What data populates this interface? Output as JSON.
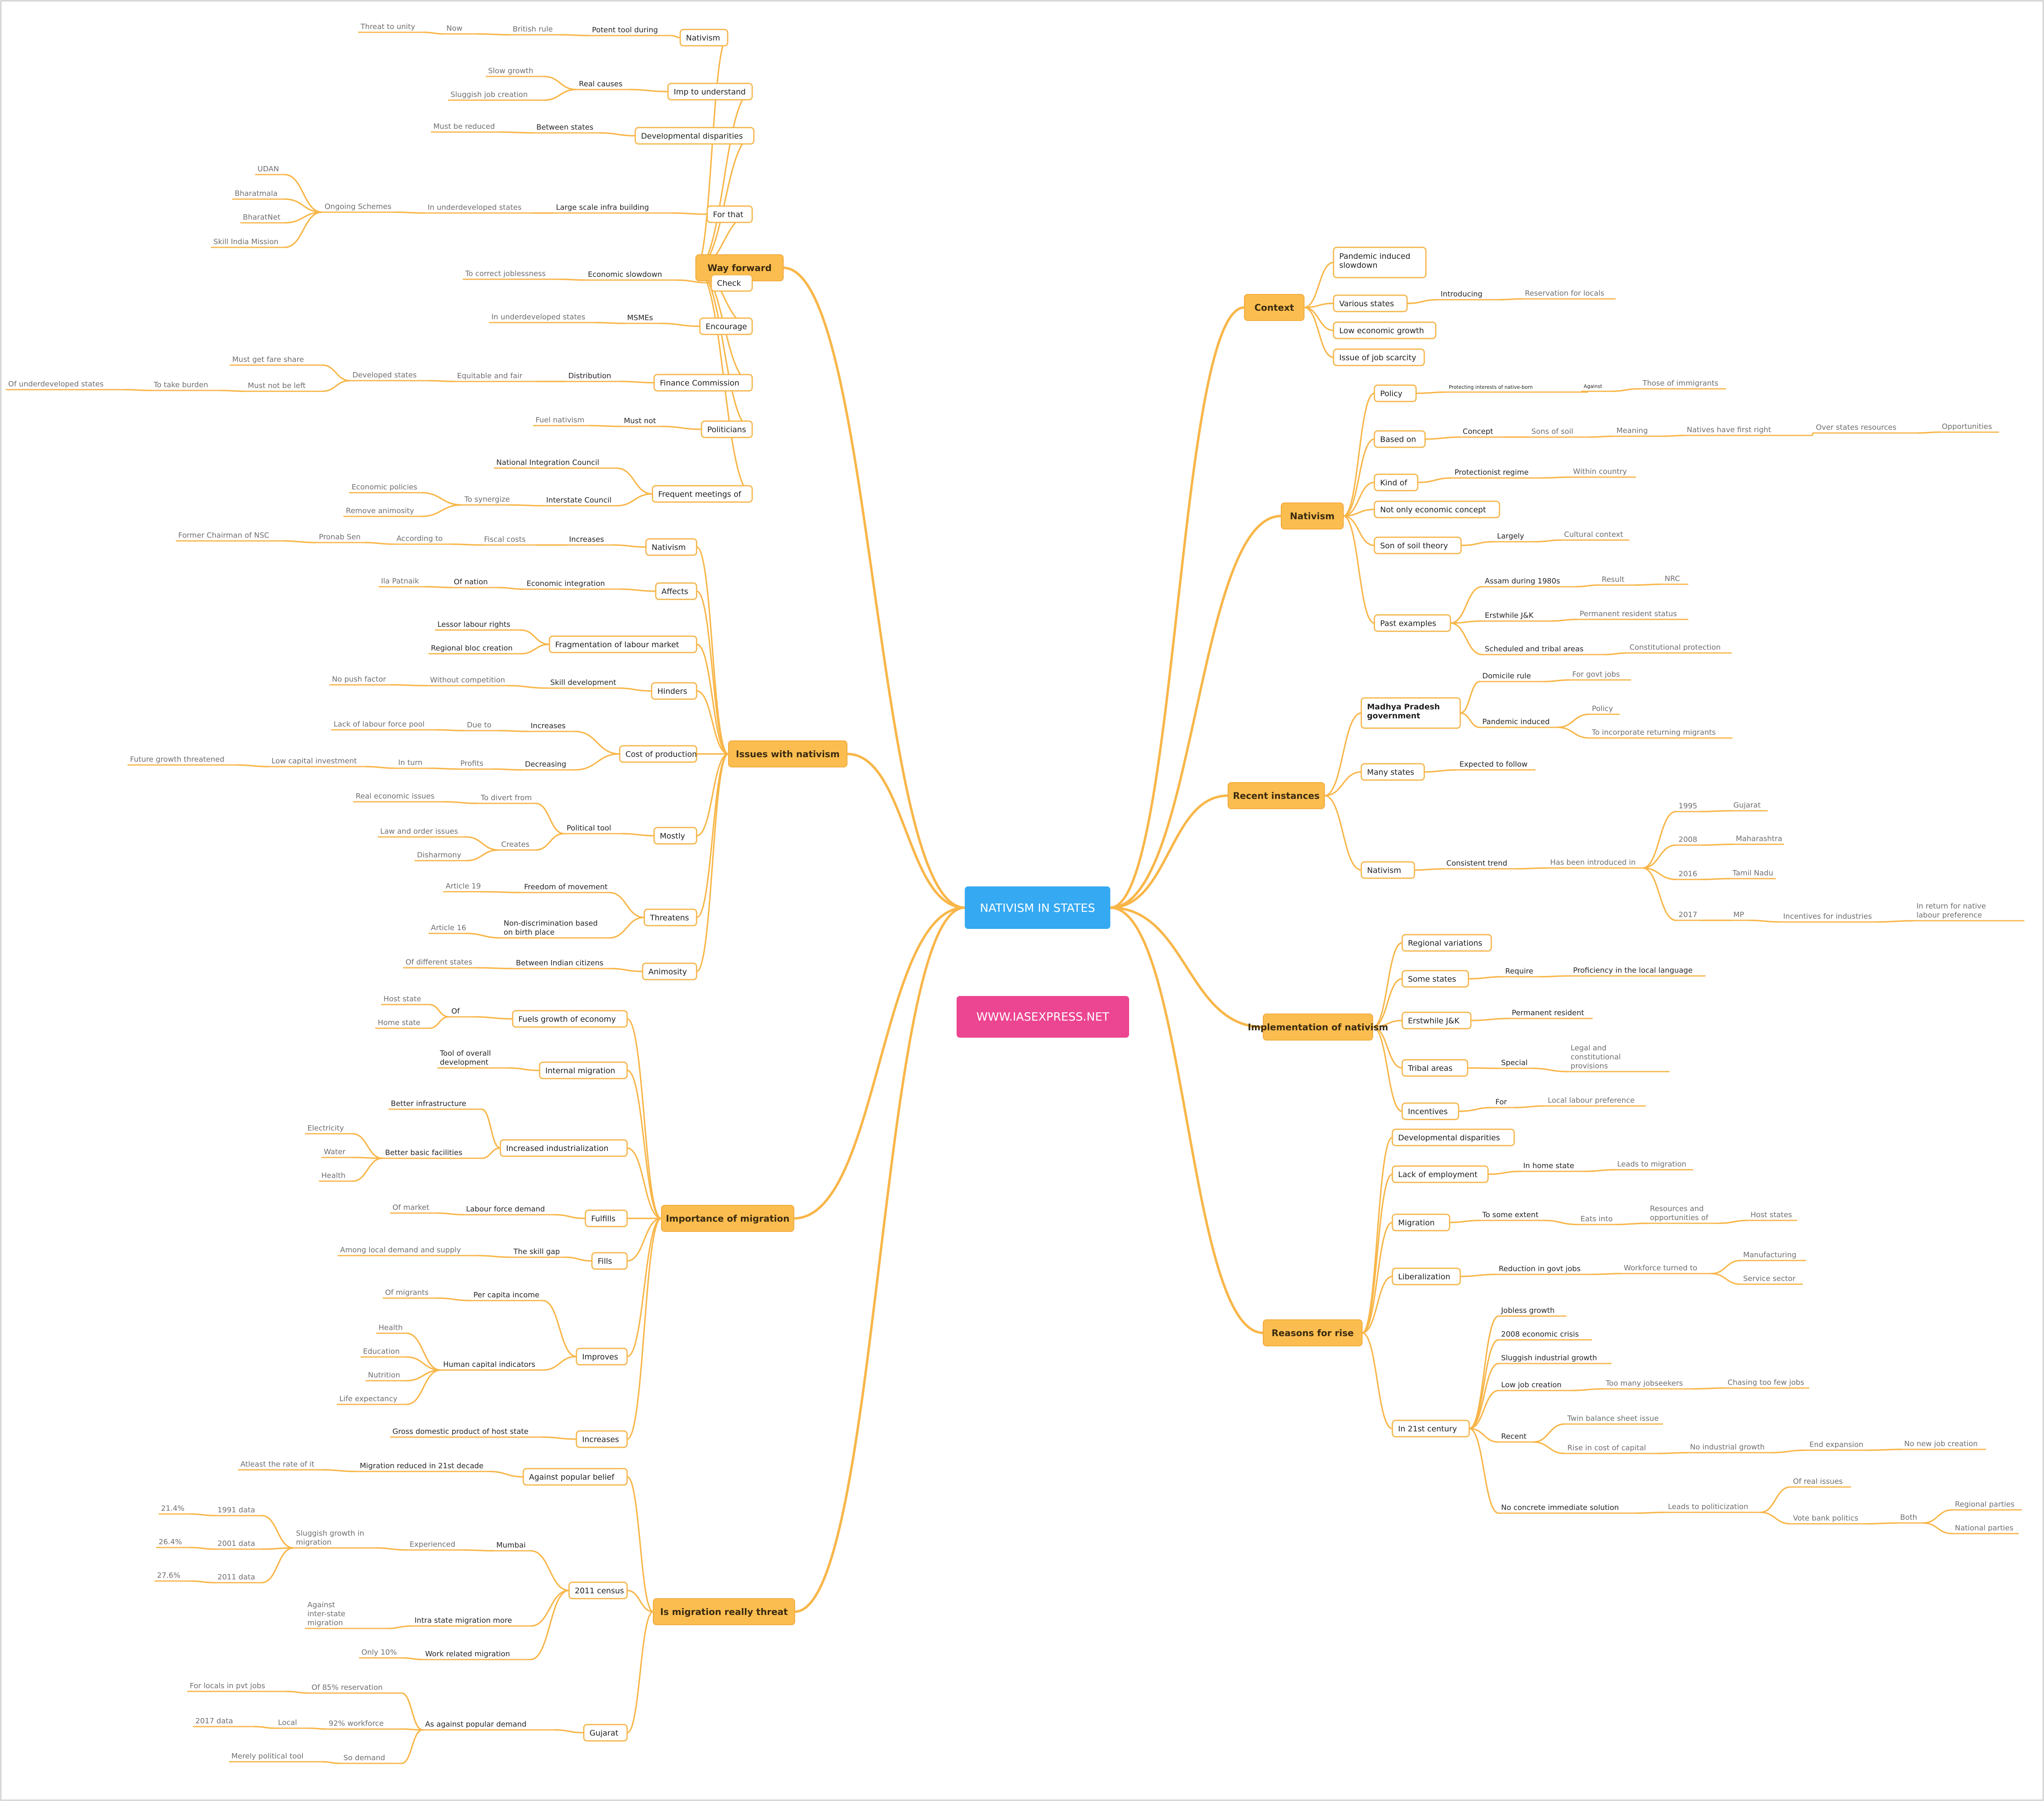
{
  "root": {
    "label": "NATIVISM IN STATES",
    "color": "#35a9f2"
  },
  "watermark": {
    "label": "WWW.IASEXPRESS.NET",
    "color": "#ec4591"
  },
  "colors": {
    "branch": "#fbbd4f",
    "edge": "#f8b649"
  },
  "nodes": {
    "wf": "Way forward",
    "wf_nat": "Nativism",
    "wf_nat_c": "Potent tool during",
    "wf_nat_br": "British rule",
    "wf_nat_now": "Now",
    "wf_nat_thr": "Threat to unity",
    "wf_imp": "Imp to understand",
    "wf_imp_rc": "Real causes",
    "wf_imp_sg": "Slow growth",
    "wf_imp_sj": "Sluggish job creation",
    "wf_dev": "Developmental disparities",
    "wf_dev_bs": "Between states",
    "wf_dev_mbr": "Must be reduced",
    "wf_ft": "For that",
    "wf_ft_lsi": "Large scale infra building",
    "wf_ft_iud": "In underdeveloped states",
    "wf_ft_os": "Ongoing Schemes",
    "wf_ft_udan": "UDAN",
    "wf_ft_bm": "Bharatmala",
    "wf_ft_bn": "BharatNet",
    "wf_ft_sim": "Skill India Mission",
    "wf_chk": "Check",
    "wf_chk_es": "Economic slowdown",
    "wf_chk_tcj": "To correct joblessness",
    "wf_enc": "Encourage",
    "wf_enc_msme": "MSMEs",
    "wf_enc_iud": "In underdeveloped states",
    "wf_fc": "Finance Commission",
    "wf_fc_dist": "Distribution",
    "wf_fc_ef": "Equitable and fair",
    "wf_fc_ds": "Developed states",
    "wf_fc_mgfs": "Must get fare share",
    "wf_fc_mnbl": "Must not be left",
    "wf_fc_ttb": "To take burden",
    "wf_fc_oud": "Of underdeveloped states",
    "wf_pol": "Politicians",
    "wf_pol_mn": "Must not",
    "wf_pol_fn": "Fuel nativism",
    "wf_fm": "Frequent meetings of",
    "wf_fm_nic": "National Integration Council",
    "wf_fm_isc": "Interstate Council",
    "wf_fm_ts": "To synergize",
    "wf_fm_ep": "Economic policies",
    "wf_fm_ra": "Remove animosity",
    "iss": "Issues with nativism",
    "iss_nat": "Nativism",
    "iss_nat_inc": "Increases",
    "iss_nat_fc": "Fiscal costs",
    "iss_nat_at": "According to",
    "iss_nat_ps": "Pronab Sen",
    "iss_nat_fcn": "Former Chairman of NSC",
    "iss_aff": "Affects",
    "iss_aff_ei": "Economic integration",
    "iss_aff_on": "Of nation",
    "iss_aff_ip": "Ila Patnaik",
    "iss_frag": "Fragmentation of labour market",
    "iss_frag_llr": "Lessor labour rights",
    "iss_frag_rbc": "Regional bloc creation",
    "iss_hin": "Hinders",
    "iss_hin_sd": "Skill development",
    "iss_hin_wc": "Without competition",
    "iss_hin_npf": "No push factor",
    "iss_cop": "Cost of production",
    "iss_cop_inc": "Increases",
    "iss_cop_dt": "Due to",
    "iss_cop_llf": "Lack of labour force pool",
    "iss_cop_dec": "Decreasing",
    "iss_cop_prof": "Profits",
    "iss_cop_it": "In turn",
    "iss_cop_lci": "Low capital investment",
    "iss_cop_fgt": "Future growth threatened",
    "iss_most": "Mostly",
    "iss_most_pt": "Political tool",
    "iss_most_tdf": "To divert from",
    "iss_most_rei": "Real economic issues",
    "iss_most_cr": "Creates",
    "iss_most_lo": "Law and order issues",
    "iss_most_dh": "Disharmony",
    "iss_thr": "Threatens",
    "iss_thr_fom": "Freedom of movement",
    "iss_thr_a19": "Article 19",
    "iss_thr_ndb": "Non-discrimination based on birth place",
    "iss_thr_a16": "Article 16",
    "iss_ani": "Animosity",
    "iss_ani_bic": "Between Indian citizens",
    "iss_ani_ods": "Of different states",
    "imp": "Importance of migration",
    "imp_fge": "Fuels growth of economy",
    "imp_fge_of": "Of",
    "imp_fge_hs": "Host state",
    "imp_fge_hm": "Home state",
    "imp_im": "Internal migration",
    "imp_im_tod": "Tool of overall development",
    "imp_ii": "Increased industrialization",
    "imp_ii_bi": "Better infrastructure",
    "imp_ii_bbf": "Better basic facilities",
    "imp_ii_el": "Electricity",
    "imp_ii_wa": "Water",
    "imp_ii_he": "Health",
    "imp_ful": "Fulfills",
    "imp_ful_lfd": "Labour force demand",
    "imp_ful_om": "Of market",
    "imp_fil": "Fills",
    "imp_fil_tsg": "The skill gap",
    "imp_fil_alds": "Among local demand and supply",
    "imp_impr": "Improves",
    "imp_impr_pci": "Per capita income",
    "imp_impr_om": "Of migrants",
    "imp_impr_hci": "Human capital indicators",
    "imp_impr_he": "Health",
    "imp_impr_ed": "Education",
    "imp_impr_nu": "Nutrition",
    "imp_impr_le": "Life expectancy",
    "imp_inc": "Increases",
    "imp_inc_gdp": "Gross domestic product of host state",
    "thr": "Is migration really threat",
    "thr_apb": "Against popular belief",
    "thr_apb_mr": "Migration reduced in 21st decade",
    "thr_apb_ar": "Atleast the rate of it",
    "thr_cen": "2011 census",
    "thr_cen_mum": "Mumbai",
    "thr_cen_exp": "Experienced",
    "thr_cen_sg": "Sluggish growth in migration",
    "thr_cen_d91": "1991 data",
    "thr_cen_v91": "21.4%",
    "thr_cen_d01": "2001 data",
    "thr_cen_v01": "26.4%",
    "thr_cen_d11": "2011 data",
    "thr_cen_v11": "27.6%",
    "thr_cen_ism": "Intra state migration more",
    "thr_cen_ais": "Against inter-state migration",
    "thr_cen_wrm": "Work related migration",
    "thr_cen_o10": "Only 10%",
    "thr_guj": "Gujarat",
    "thr_guj_apd": "As against popular demand",
    "thr_guj_o85": "Of 85% reservation",
    "thr_guj_flp": "For locals in pvt jobs",
    "thr_guj_92": "92% workforce",
    "thr_guj_loc": "Local",
    "thr_guj_2017": "2017 data",
    "thr_guj_sd": "So demand",
    "thr_guj_mpt": "Merely political tool",
    "ctx": "Context",
    "ctx_pis": "Pandemic induced slowdown",
    "ctx_vs": "Various states",
    "ctx_vs_int": "Introducing",
    "ctx_vs_rfl": "Reservation for locals",
    "ctx_leg": "Low economic growth",
    "ctx_ijs": "Issue of job scarcity",
    "nat": "Nativism",
    "nat_pol": "Policy",
    "nat_pol_pi": "Protecting interests of native-born",
    "nat_pol_ag": "Against",
    "nat_pol_toi": "Those of immigrants",
    "nat_bo": "Based on",
    "nat_bo_con": "Concept",
    "nat_bo_sos": "Sons of soil",
    "nat_bo_mean": "Meaning",
    "nat_bo_nhfr": "Natives have first right",
    "nat_bo_osr": "Over states resources",
    "nat_bo_opp": "Opportunities",
    "nat_ko": "Kind of",
    "nat_ko_pr": "Protectionist regime",
    "nat_ko_wc": "Within country",
    "nat_noec": "Not only economic concept",
    "nat_sst": "Son of soil theory",
    "nat_sst_lg": "Largely",
    "nat_sst_cc": "Cultural context",
    "nat_pe": "Past examples",
    "nat_pe_assam": "Assam during 1980s",
    "nat_pe_res": "Result",
    "nat_pe_nrc": "NRC",
    "nat_pe_jk": "Erstwhile J&K",
    "nat_pe_prs": "Permanent resident status",
    "nat_pe_sta": "Scheduled and tribal areas",
    "nat_pe_cp": "Constitutional protection",
    "ri": "Recent instances",
    "ri_mp": "Madhya Pradesh government",
    "ri_mp_dr": "Domicile rule",
    "ri_mp_fgj": "For govt jobs",
    "ri_mp_pi": "Pandemic induced",
    "ri_mp_pol": "Policy",
    "ri_mp_tirm": "To incorporate returning migrants",
    "ri_ms": "Many states",
    "ri_ms_etf": "Expected to follow",
    "ri_nat": "Nativism",
    "ri_nat_ct": "Consistent trend",
    "ri_nat_hbi": "Has been introduced in",
    "ri_y95": "1995",
    "ri_guj": "Gujarat",
    "ri_y08": "2008",
    "ri_mah": "Maharashtra",
    "ri_y16": "2016",
    "ri_tn": "Tamil Nadu",
    "ri_y17": "2017",
    "ri_mpst": "MP",
    "ri_ifi": "Incentives for industries",
    "ri_irnl": "In return for native labour preference",
    "ion": "Implementation of nativism",
    "ion_rv": "Regional variations",
    "ion_ss": "Some states",
    "ion_ss_req": "Require",
    "ion_ss_pll": "Proficiency in the local language",
    "ion_jk": "Erstwhile J&K",
    "ion_jk_pr": "Permanent resident",
    "ion_ta": "Tribal areas",
    "ion_ta_sp": "Special",
    "ion_ta_lcp": "Legal and constitutional provisions",
    "ion_inc": "Incentives",
    "ion_inc_for": "For",
    "ion_inc_llp": "Local labour preference",
    "rfr": "Reasons for rise",
    "rfr_dd": "Developmental disparities",
    "rfr_loe": "Lack of employment",
    "rfr_loe_ihs": "In home state",
    "rfr_loe_ltm": "Leads to migration",
    "rfr_mig": "Migration",
    "rfr_mig_tse": "To some extent",
    "rfr_mig_ei": "Eats into",
    "rfr_mig_roo": "Resources and opportunities of",
    "rfr_mig_hs": "Host states",
    "rfr_lib": "Liberalization",
    "rfr_lib_rgj": "Reduction in govt jobs",
    "rfr_lib_wtt": "Workforce turned to",
    "rfr_lib_man": "Manufacturing",
    "rfr_lib_ss": "Service sector",
    "rfr_21": "In 21st century",
    "rfr_21_jg": "Jobless growth",
    "rfr_21_2008": "2008 economic crisis",
    "rfr_21_sig": "Sluggish industrial growth",
    "rfr_21_ljc": "Low job creation",
    "rfr_21_tmj": "Too many jobseekers",
    "rfr_21_ctfj": "Chasing too few jobs",
    "rfr_21_rec": "Recent",
    "rfr_21_tbs": "Twin balance sheet issue",
    "rfr_21_rcc": "Rise in cost of capital",
    "rfr_21_nig": "No industrial growth",
    "rfr_21_ee": "End expansion",
    "rfr_21_nnj": "No new job creation",
    "rfr_21_ncis": "No concrete immediate solution",
    "rfr_21_ltp": "Leads to politicization",
    "rfr_21_ori": "Of real issues",
    "rfr_21_vbp": "Vote bank politics",
    "rfr_21_both": "Both",
    "rfr_21_rp": "Regional parties",
    "rfr_21_np": "National parties"
  }
}
